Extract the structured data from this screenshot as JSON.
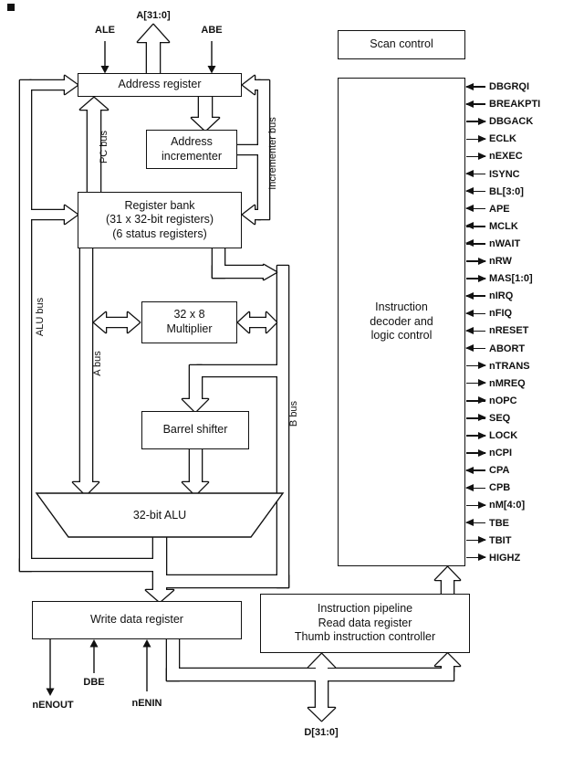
{
  "colors": {
    "line": "#111111",
    "background": "#ffffff"
  },
  "diagram": {
    "pins_top": {
      "ale": "ALE",
      "abus": "A[31:0]",
      "abe": "ABE"
    },
    "pins_bottom": {
      "dbe": "DBE",
      "nenout": "nENOUT",
      "nenin": "nENIN",
      "dbus": "D[31:0]"
    },
    "buses": {
      "pc": "PC bus",
      "incrementer": "Incrementer bus",
      "alu": "ALU bus",
      "a": "A bus",
      "b": "B bus"
    },
    "boxes": {
      "address_register": "Address register",
      "address_incrementer": [
        "Address",
        "incrementer"
      ],
      "register_bank": [
        "Register bank",
        "(31 x 32-bit registers)",
        "(6 status registers)"
      ],
      "multiplier": [
        "32 x 8",
        "Multiplier"
      ],
      "barrel_shifter": "Barrel shifter",
      "alu": "32-bit ALU",
      "write_data_register": "Write data register",
      "scan_control": "Scan control",
      "instruction_decoder": [
        "Instruction",
        "decoder and",
        "logic control"
      ],
      "pipeline": [
        "Instruction pipeline",
        "Read data register",
        "Thumb instruction controller"
      ]
    },
    "signals": [
      {
        "label": "DBGRQI",
        "dir": "in"
      },
      {
        "label": "BREAKPTI",
        "dir": "in"
      },
      {
        "label": "DBGACK",
        "dir": "out"
      },
      {
        "label": "ECLK",
        "dir": "out"
      },
      {
        "label": "nEXEC",
        "dir": "out"
      },
      {
        "label": "ISYNC",
        "dir": "in"
      },
      {
        "label": "BL[3:0]",
        "dir": "in"
      },
      {
        "label": "APE",
        "dir": "in"
      },
      {
        "label": "MCLK",
        "dir": "in"
      },
      {
        "label": "nWAIT",
        "dir": "in"
      },
      {
        "label": "nRW",
        "dir": "out"
      },
      {
        "label": "MAS[1:0]",
        "dir": "out"
      },
      {
        "label": "nIRQ",
        "dir": "in"
      },
      {
        "label": "nFIQ",
        "dir": "in"
      },
      {
        "label": "nRESET",
        "dir": "in"
      },
      {
        "label": "ABORT",
        "dir": "in"
      },
      {
        "label": "nTRANS",
        "dir": "out"
      },
      {
        "label": "nMREQ",
        "dir": "out"
      },
      {
        "label": "nOPC",
        "dir": "out"
      },
      {
        "label": "SEQ",
        "dir": "out"
      },
      {
        "label": "LOCK",
        "dir": "out"
      },
      {
        "label": "nCPI",
        "dir": "out"
      },
      {
        "label": "CPA",
        "dir": "in"
      },
      {
        "label": "CPB",
        "dir": "in"
      },
      {
        "label": "nM[4:0]",
        "dir": "out"
      },
      {
        "label": "TBE",
        "dir": "in"
      },
      {
        "label": "TBIT",
        "dir": "out"
      },
      {
        "label": "HIGHZ",
        "dir": "out"
      }
    ]
  }
}
